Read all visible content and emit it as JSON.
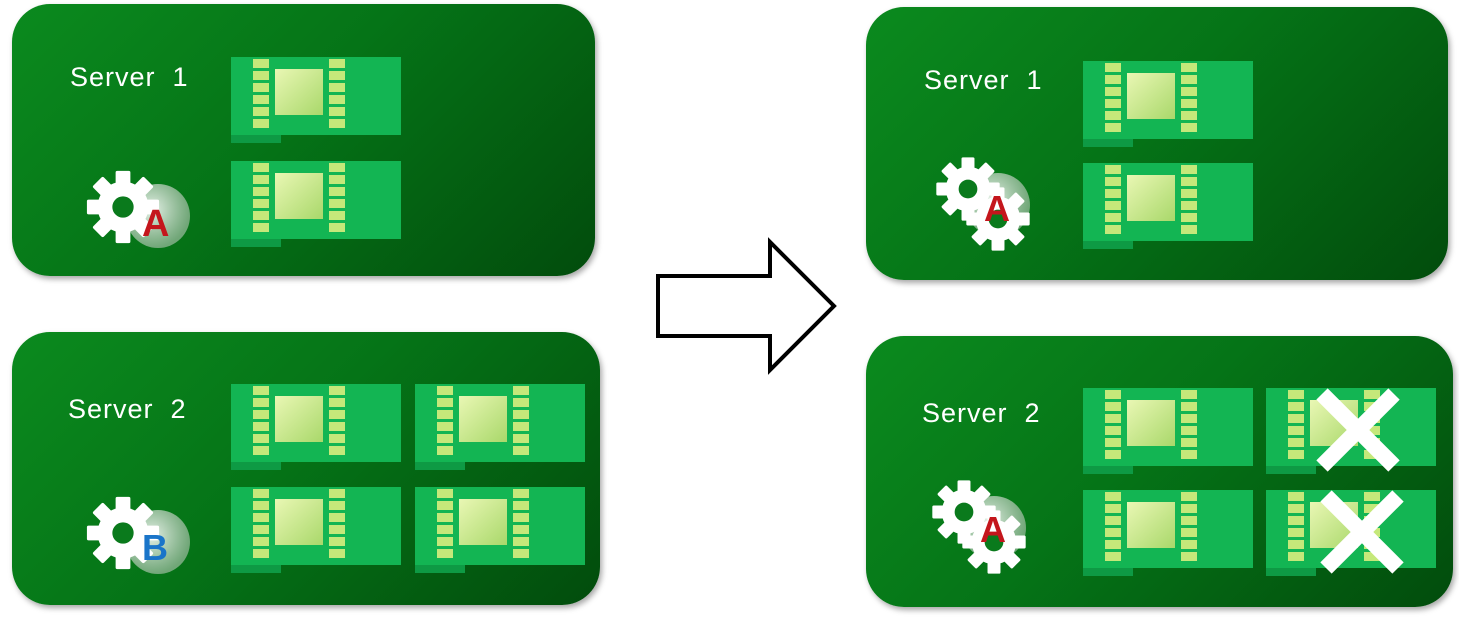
{
  "before": {
    "server1": {
      "label": "Server  1",
      "gear_letter": "A"
    },
    "server2": {
      "label": "Server  2",
      "gear_letter": "B"
    }
  },
  "after": {
    "server1": {
      "label": "Server  1",
      "gear_letter": "A"
    },
    "server2": {
      "label": "Server  2",
      "gear_letter": "A"
    }
  },
  "colors": {
    "panel": "#057417",
    "card": "#13b553",
    "chip": "#c8e88a",
    "letter_a": "#c4161c",
    "letter_b": "#1a75c9"
  },
  "icons": {
    "card": "gpu-card-icon",
    "service": "gear-service-icon",
    "failed": "x-mark-icon",
    "transition": "arrow-right-icon"
  }
}
